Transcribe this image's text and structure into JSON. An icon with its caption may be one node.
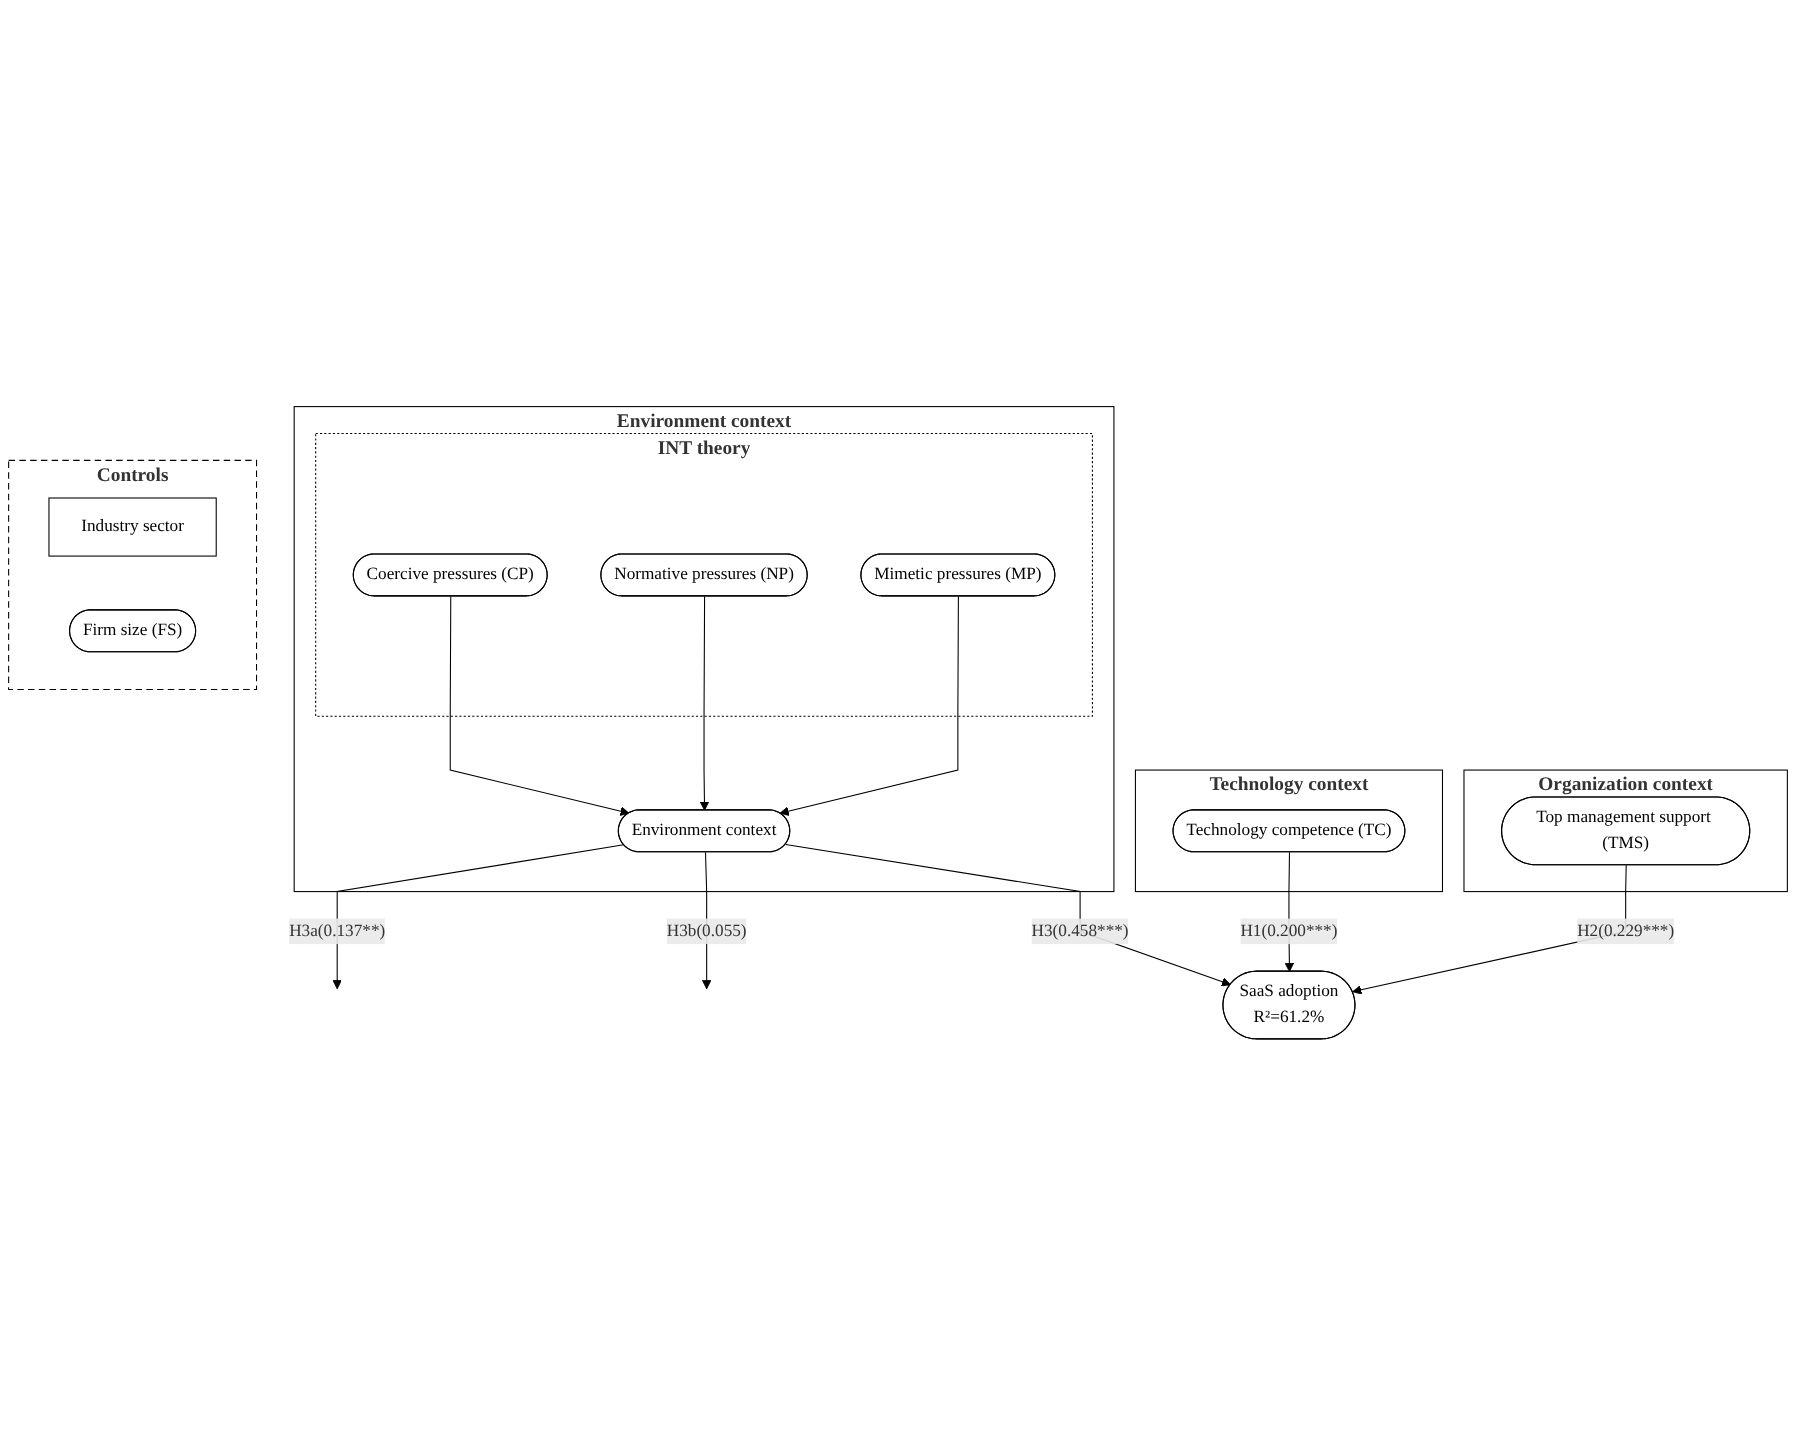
{
  "diagram": {
    "nodes": [
      {
        "text": [
          "Environment context"
        ]
      },
      {
        "text": [
          "INT theory"
        ],
        "in": 0
      },
      {
        "text": [
          "Coercive pressures (CP)"
        ],
        "in": 1
      },
      {
        "text": [
          "Normative pressures (NP)"
        ],
        "in": 1
      },
      {
        "text": [
          "Mimetic pressures (MP)"
        ],
        "in": 1
      },
      {
        "text": [
          "Environment context"
        ],
        "in": 0
      },
      {
        "text": [
          "Technology context"
        ]
      },
      {
        "text": [
          "Technology competence (TC)"
        ],
        "in": 6
      },
      {
        "text": [
          "Organization context"
        ]
      },
      {
        "text": [
          "Top management support (TMS)"
        ],
        "in": 8
      },
      {
        "text": [
          "SaaS adoption",
          "R²=61.2%"
        ]
      },
      {
        "text": [
          "Controls"
        ]
      },
      {
        "text": [
          "Industry sector"
        ],
        "in": 11
      },
      {
        "text": [
          "Firm size (FS)"
        ],
        "in": 11
      }
    ],
    "edges": [
      {
        "from": 2,
        "to": 5,
        "arrow": "to"
      },
      {
        "from": 3,
        "to": 5,
        "arrow": "to"
      },
      {
        "from": 4,
        "to": 5,
        "arrow": "to"
      },
      {
        "from": 5,
        "to": null,
        "arrow": "to",
        "label": "H3a(0.137**)"
      },
      {
        "from": 5,
        "to": null,
        "arrow": "to",
        "label": "H3b(0.055)"
      },
      {
        "from": 5,
        "to": 10,
        "arrow": "to",
        "label": "H3(0.458***)"
      },
      {
        "from": 7,
        "to": 10,
        "arrow": "to",
        "label": "H1(0.200***)"
      },
      {
        "from": 9,
        "to": 10,
        "arrow": "to",
        "label": "H2(0.229***)"
      }
    ]
  }
}
